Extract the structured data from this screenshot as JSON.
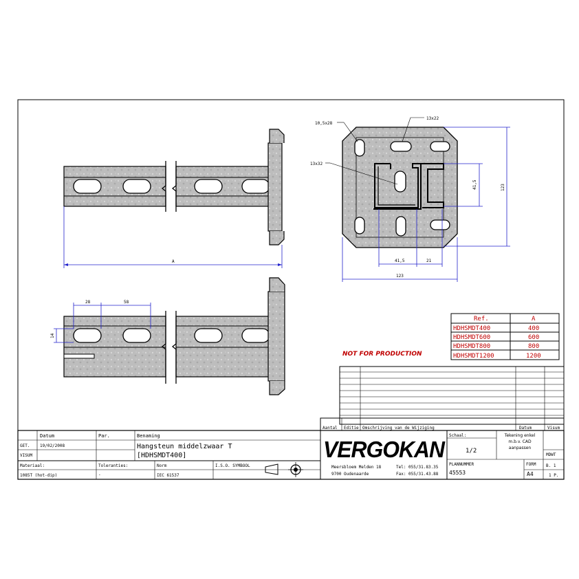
{
  "drawing": {
    "notice": "NOT FOR PRODUCTION",
    "dims": {
      "top_length": "A",
      "slot_pitch": "28",
      "slot_spacing": "58",
      "slot_height": "14",
      "plate_width_h": "123",
      "plate_width_v": "123",
      "channel_depth_h": "41,5",
      "channel_depth_v": "41,5",
      "offset": "21",
      "hole_top": "13x22",
      "hole_corner": "10,5x28",
      "hole_center": "13x32"
    }
  },
  "ref_table": {
    "headers": [
      "Ref.",
      "A"
    ],
    "rows": [
      [
        "HDHSMDT400",
        "400"
      ],
      [
        "HDHSMDT600",
        "600"
      ],
      [
        "HDHSMDT800",
        "800"
      ],
      [
        "HDHSMDT1200",
        "1200"
      ]
    ]
  },
  "revision_headers": {
    "aantal": "Aantal",
    "editie": "Editie",
    "omschrijving": "Omschrijving van de Wijziging",
    "datum": "Datum",
    "visum": "Visum"
  },
  "title_block": {
    "datum_label": "Datum",
    "par_label": "Par.",
    "benaming_label": "Benaming",
    "get_label": "GET.",
    "get_date": "19/02/2008",
    "visum_label": "VISUM",
    "title_line1": "Hangsteun middelzwaar T",
    "title_line2": "[HDHSMDT400]",
    "materiaal_label": "Materiaal:",
    "materiaal": "1085T (hot-dip)",
    "toleranties_label": "Toleranties:",
    "toleranties": "-",
    "norm_label": "Norm",
    "norm": "IEC 61537",
    "iso_label": "I.S.O. SYMBOOL",
    "company": "VERGOKAN",
    "address1": "Meersbloem Melden 18",
    "address2": "9700 Oudenaarde",
    "tel": "Tel: 055/31.83.35",
    "fax": "Fax: 055/31.43.88",
    "schaal_label": "Schaal:",
    "schaal": "1/2",
    "note": "Tekening enkel m.b.v. CAD aanpassen",
    "plannummer_label": "PLANNUMMER",
    "plannummer": "45553",
    "form_label": "FORM",
    "form": "A4",
    "mdwt": "MDWT",
    "blad": "B. 1",
    "pages": "1 P."
  },
  "colors": {
    "dimension": "#2222cc",
    "red_text": "#c00000",
    "metal": "#bfbfbf"
  }
}
